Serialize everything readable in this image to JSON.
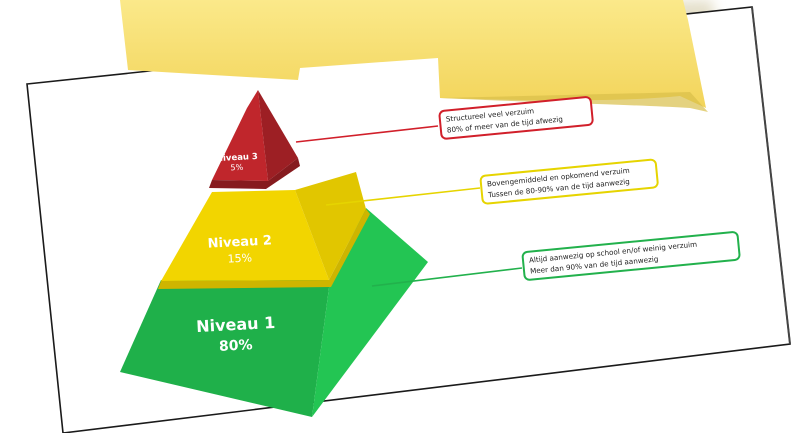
{
  "pyramid": {
    "levels": [
      {
        "name": "Niveau 3",
        "percent": "5%",
        "color": "#c0262c"
      },
      {
        "name": "Niveau 2",
        "percent": "15%",
        "color": "#f2d500"
      },
      {
        "name": "Niveau 1",
        "percent": "80%",
        "color": "#1fb04a"
      }
    ]
  },
  "callouts": [
    {
      "line1": "Structureel veel verzuim",
      "line2": "80% of meer van de tijd afwezig",
      "border": "#d11f2a"
    },
    {
      "line1": "Bovengemiddeld en opkomend verzuim",
      "line2": "Tussen de 80-90% van de tijd aanwezig",
      "border": "#e6d400"
    },
    {
      "line1": "Altijd aanwezig op school en/of weinig verzuim",
      "line2": "Meer dan 90% van de tijd aanwezig",
      "border": "#22b14c"
    }
  ],
  "colors": {
    "sticky_note": "#f7e27a",
    "paper": "#ffffff"
  }
}
